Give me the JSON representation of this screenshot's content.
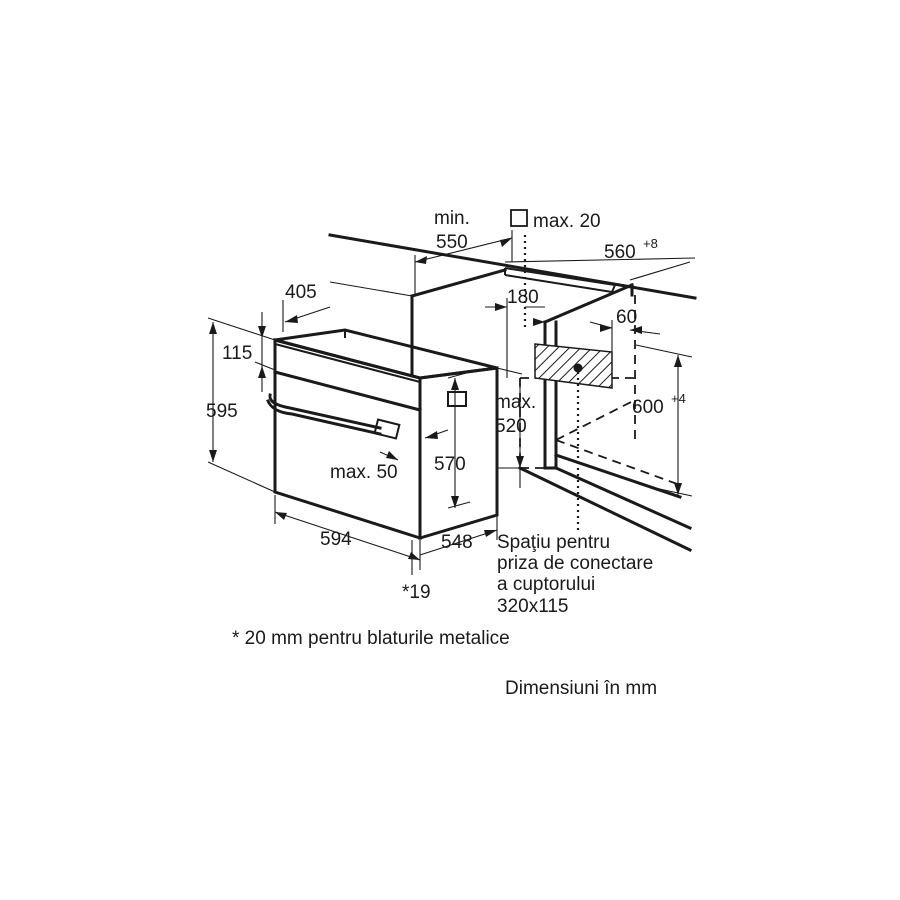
{
  "diagram": {
    "dimensions": {
      "min_label": "min.",
      "d550": "550",
      "max20": "max. 20",
      "d560": "560",
      "d560_tol": "+8",
      "d405": "405",
      "d180": "180",
      "d60": "60",
      "d115": "115",
      "d595": "595",
      "max_label": "max.",
      "d520": "520",
      "d600": "600",
      "d600_tol": "+4",
      "max50": "max. 50",
      "d570": "570",
      "d594": "594",
      "d548": "548",
      "d19": "*19"
    },
    "socket_note": [
      "Spaţiu pentru",
      "priza de conectare",
      "a cuptorului",
      "320x115"
    ],
    "footnote": "* 20 mm pentru blaturile metalice",
    "units_note": "Dimensiuni în mm"
  }
}
